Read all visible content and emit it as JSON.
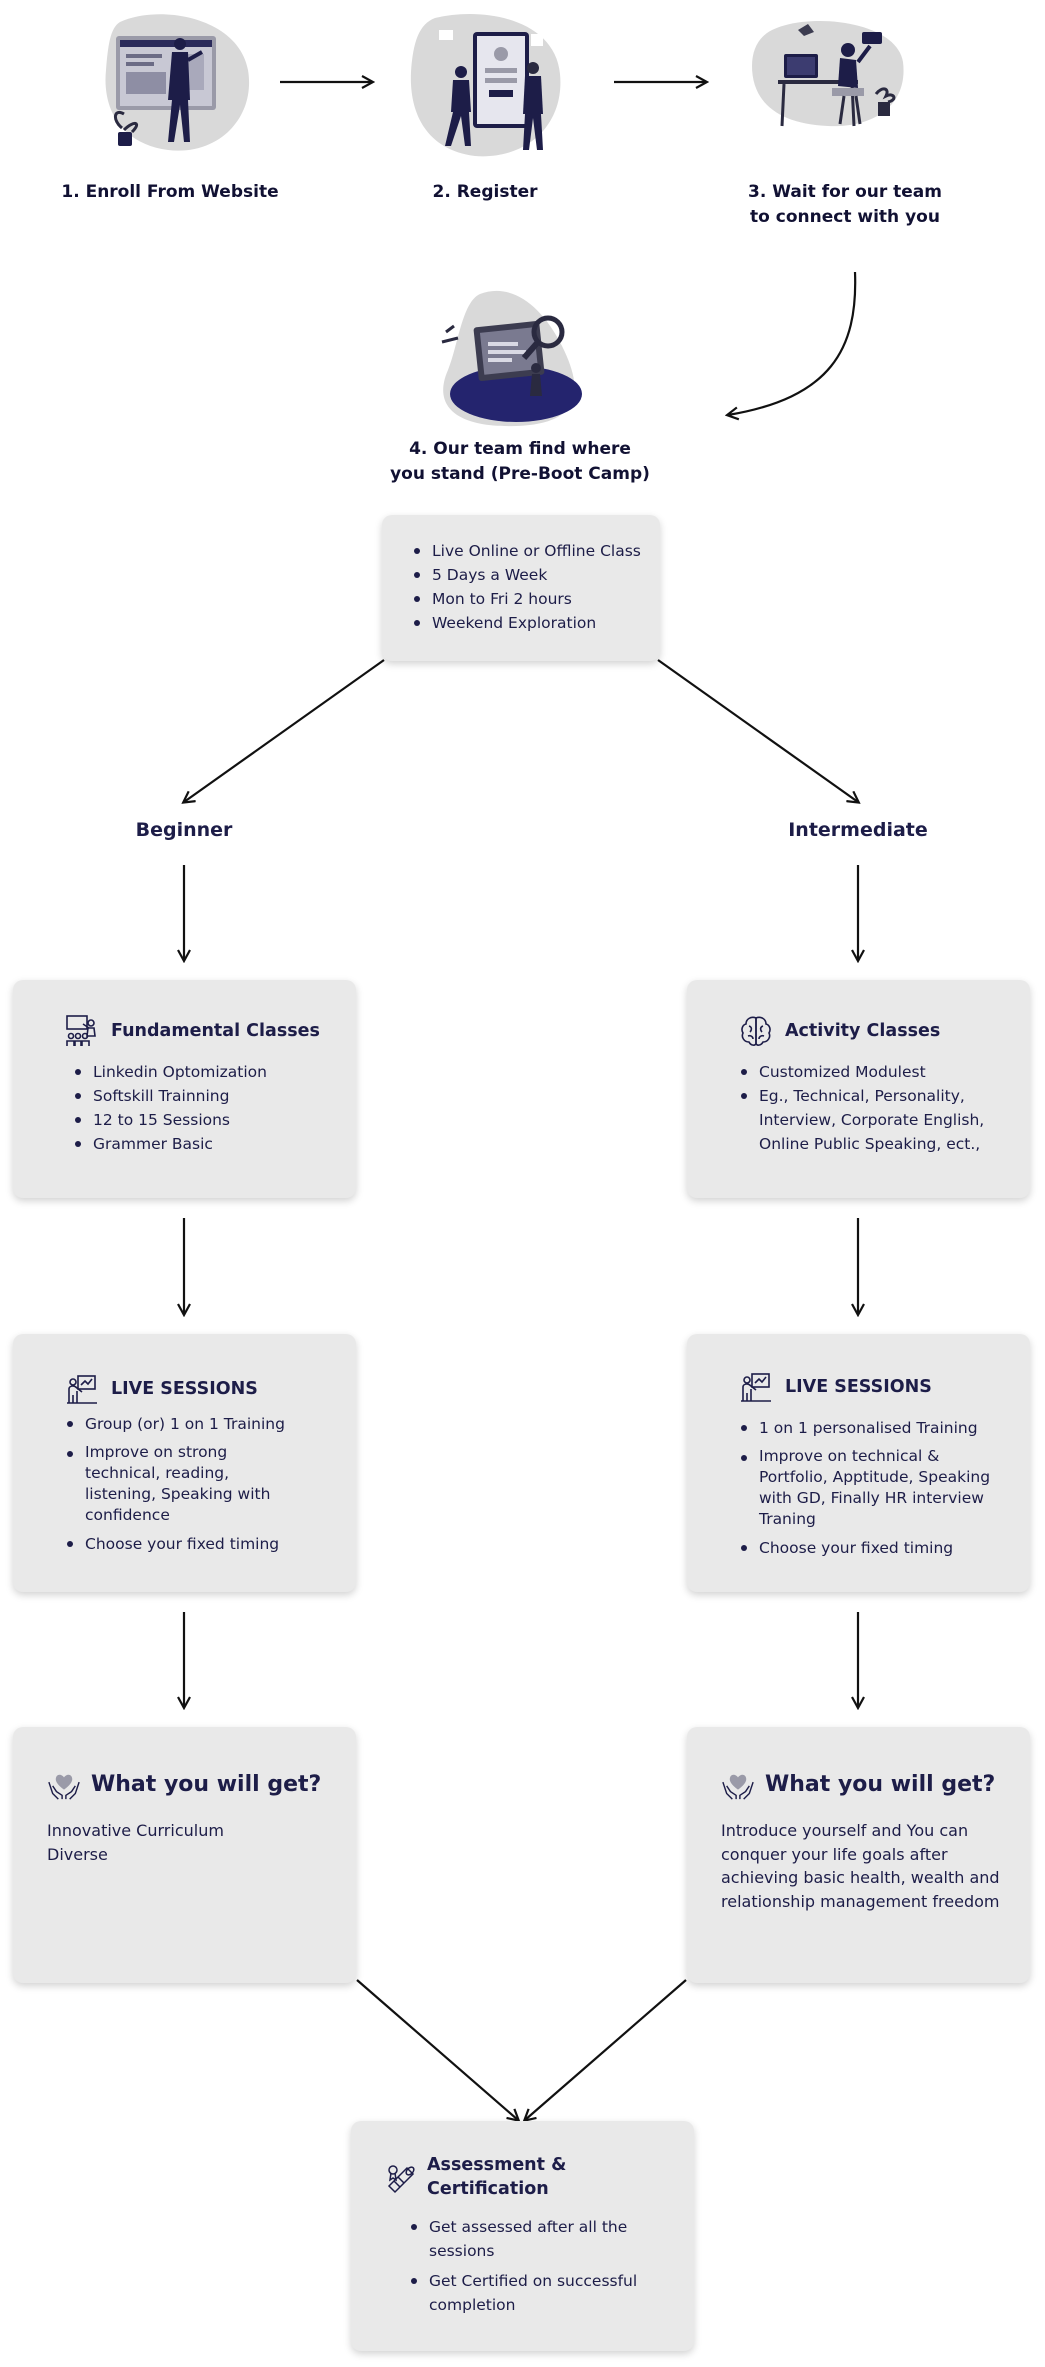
{
  "steps": [
    {
      "label": "1. Enroll From Website"
    },
    {
      "label": "2. Register"
    },
    {
      "label_line1": "3. Wait for our team",
      "label_line2": "to connect with you"
    },
    {
      "label_line1": "4. Our team find where",
      "label_line2": "you stand (Pre-Boot Camp)"
    }
  ],
  "intro_card": {
    "items": [
      "Live Online or Offline Class",
      "5 Days a Week",
      "Mon to Fri 2 hours",
      "Weekend Exploration"
    ]
  },
  "branches": {
    "beginner": "Beginner",
    "intermediate": "Intermediate"
  },
  "beginner": {
    "classes": {
      "title": "Fundamental Classes",
      "icon": "classroom-icon",
      "items": [
        "Linkedin Optomization",
        "Softskill Trainning",
        "12 to 15 Sessions",
        "Grammer Basic"
      ]
    },
    "live": {
      "title": "LIVE SESSIONS",
      "icon": "teacher-board-icon",
      "items": [
        "Group (or) 1 on 1 Training",
        "Improve on strong technical, reading, listening, Speaking with confidence",
        "Choose your fixed timing"
      ]
    },
    "get": {
      "title": "What you will get?",
      "icon": "heart-hands-icon",
      "line1": "Innovative Curriculum",
      "line2": "Diverse"
    }
  },
  "intermediate": {
    "classes": {
      "title": "Activity Classes",
      "icon": "brain-icon",
      "items": [
        "Customized Modulest",
        "Eg., Technical, Personality, Interview, Corporate English, Online Public Speaking, ect.,"
      ]
    },
    "live": {
      "title": "LIVE SESSIONS",
      "icon": "teacher-board-icon",
      "items": [
        "1 on 1 personalised Training",
        "Improve on technical & Portfolio, Apptitude, Speaking with GD, Finally HR interview Traning",
        "Choose your fixed timing"
      ]
    },
    "get": {
      "title": "What you will get?",
      "icon": "heart-hands-icon",
      "text": "Introduce yourself and You can conquer your life goals after achieving basic health, wealth and relationship management freedom"
    }
  },
  "final": {
    "title": "Assessment & Certification",
    "icon": "diploma-icon",
    "items": [
      "Get assessed after all the sessions",
      "Get Certified on successful completion"
    ]
  },
  "colors": {
    "navy": "#1d1d48",
    "card_bg": "#e9e9e9",
    "blob": "#d9d9d9",
    "accent_navy": "#24246e"
  }
}
